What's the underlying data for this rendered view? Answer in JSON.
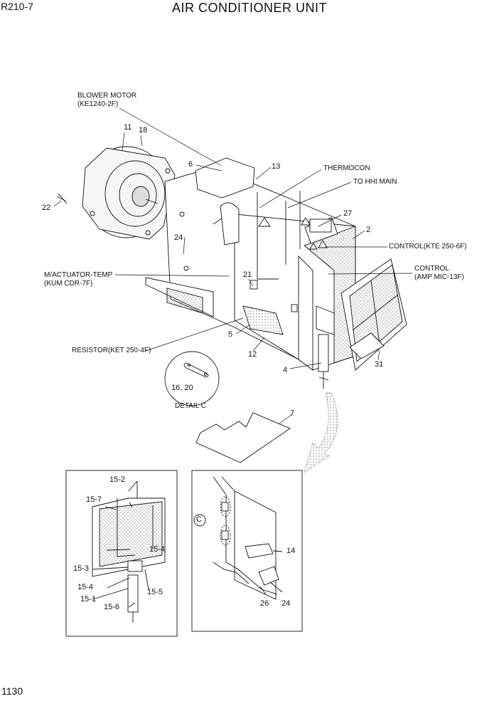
{
  "header": {
    "model": "R210-7",
    "title": "AIR CONDITIONER UNIT"
  },
  "footer": {
    "page_number": "1130"
  },
  "callouts": {
    "blower_motor": [
      "BLOWER MOTOR",
      "(KE1240-2F)"
    ],
    "thermocon": "THERMOCON",
    "to_hhi_main": "TO HHI MAIN",
    "control_kte": "CONTROL(KTE 250-6F)",
    "control_amp": [
      "CONTROL",
      "(AMP MIC-13F)"
    ],
    "actuator": [
      "M/ACTUATOR-TEMP",
      "(KUM CDR-7F)"
    ],
    "resistor": "RESISTOR(KET 250-4F)",
    "detail_c": "DETAIL C",
    "detail_letter": "C"
  },
  "part_numbers": {
    "p11": "11",
    "p18": "18",
    "p22": "22",
    "p6": "6",
    "p13": "13",
    "p27": "27",
    "p2": "2",
    "p24a": "24",
    "p21": "21",
    "p5": "5",
    "p12": "12",
    "p4": "4",
    "p31": "31",
    "p16_20": "16, 20",
    "p7": "7",
    "p15_2": "15-2",
    "p15_7": "15-7",
    "p15_4a": "15-4",
    "p15_3": "15-3",
    "p15_4b": "15-4",
    "p15_5": "15-5",
    "p15_1": "15-1",
    "p15_6": "15-6",
    "p14": "14",
    "p26": "26",
    "p24b": "24"
  }
}
